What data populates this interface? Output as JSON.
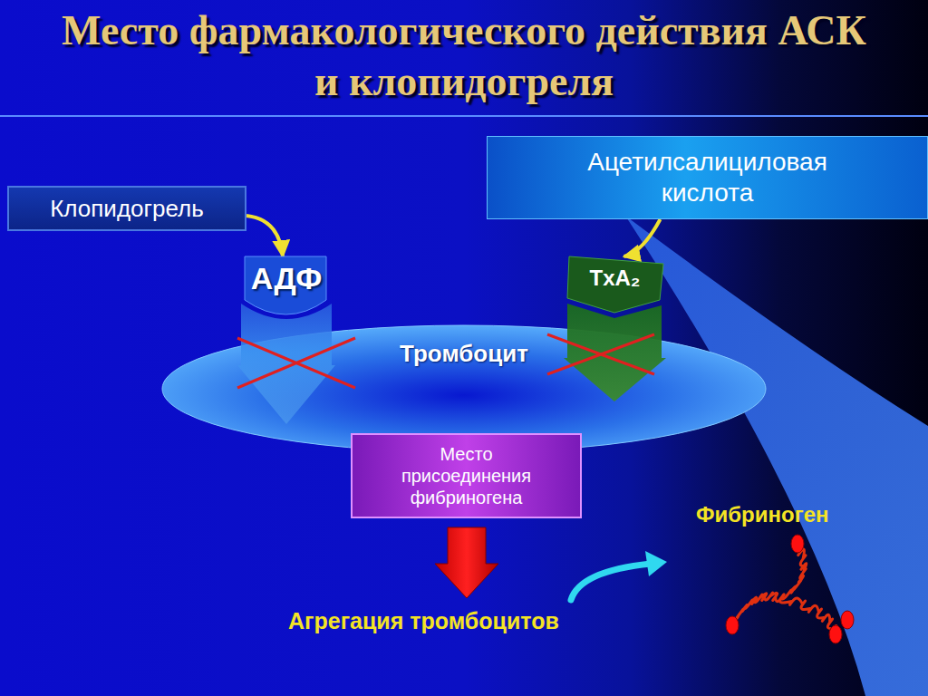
{
  "diagram": {
    "title": "Место фармакологического действия АСК и клопидогреля",
    "nodes": [
      {
        "text": [
          "Ацетилсалициловая кислота"
        ]
      },
      {
        "text": [
          "Клопидогрель"
        ]
      },
      {
        "text": [
          "АДФ"
        ]
      },
      {
        "text": [
          "TxA₂"
        ]
      },
      {
        "text": [
          "Тромбоцит"
        ]
      },
      {
        "text": [
          "Место присоединения фибриногена"
        ]
      }
    ],
    "edges": [
      {
        "from": 1,
        "to": 2,
        "arrow": "to"
      },
      {
        "from": 0,
        "to": 3,
        "arrow": "to"
      }
    ],
    "labels": [
      "Агрегация тромбоцитов",
      "Фибриноген"
    ]
  }
}
